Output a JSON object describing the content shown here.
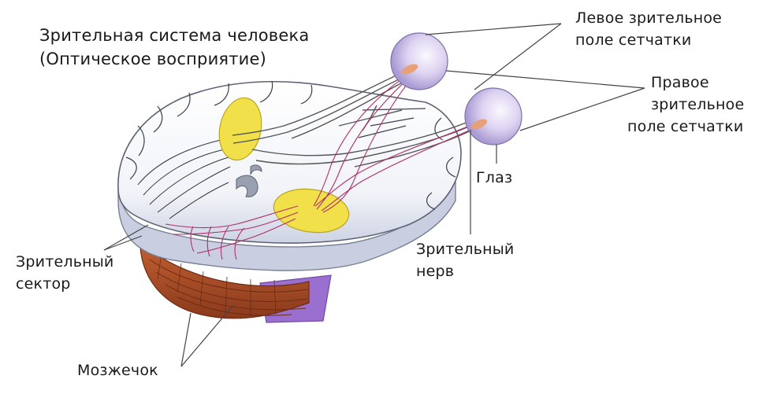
{
  "title": {
    "line1": "Зрительная система человека",
    "line2": "(Оптическое восприятие)"
  },
  "labels": {
    "left_field_line1": "Левое зрительное",
    "left_field_line2": "поле сетчатки",
    "right_field_line1": "Правое",
    "right_field_line2": "зрительное",
    "right_field_line3": "поле сетчатки",
    "eye": "Глаз",
    "optic_nerve_line1": "Зрительный",
    "optic_nerve_line2": "нерв",
    "visual_sector_line1": "Зрительный",
    "visual_sector_line2": "сектор",
    "cerebellum": "Мозжечок"
  },
  "colors": {
    "brain_fill": "#f4f5f8",
    "brain_shadow": "#c9cfe0",
    "thalamus_yellow": "#f2e04a",
    "visual_pathway": "#b0306a",
    "cerebellum_brown": "#b5532b",
    "brainstem_purple": "#9a6fd0",
    "eyeball": "#d9cfef",
    "leader_line": "#444444"
  }
}
